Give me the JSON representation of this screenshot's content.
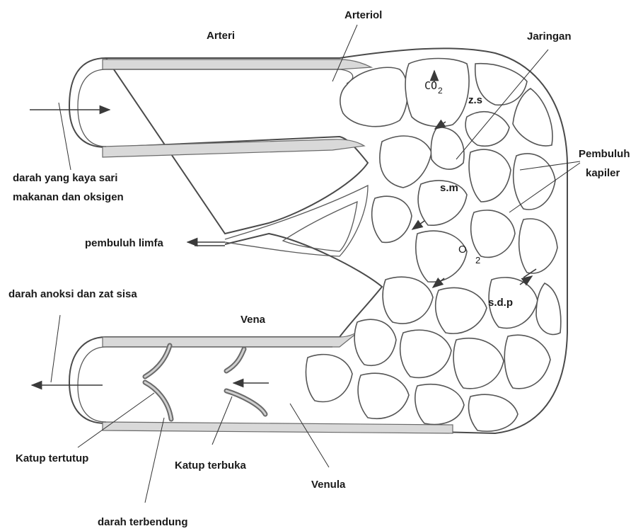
{
  "labels": {
    "arteri": "Arteri",
    "arteriol": "Arteriol",
    "jaringan": "Jaringan",
    "pembuluh": "Pembuluh",
    "kapiler": "kapiler",
    "co2_main": "CO",
    "co2_sub": "2",
    "zs": "z.s",
    "sm": "s.m",
    "o2_main": "O",
    "o2_sub": "2",
    "sdp": "s.d.p",
    "darah_kaya_line1": "darah yang kaya sari",
    "darah_kaya_line2": "makanan dan oksigen",
    "pembuluh_limfa": "pembuluh limfa",
    "darah_anoksi": "darah anoksi dan zat sisa",
    "vena": "Vena",
    "katup_tertutup": "Katup tertutup",
    "katup_terbuka": "Katup terbuka",
    "venula": "Venula",
    "darah_terbendung": "darah terbendung"
  }
}
